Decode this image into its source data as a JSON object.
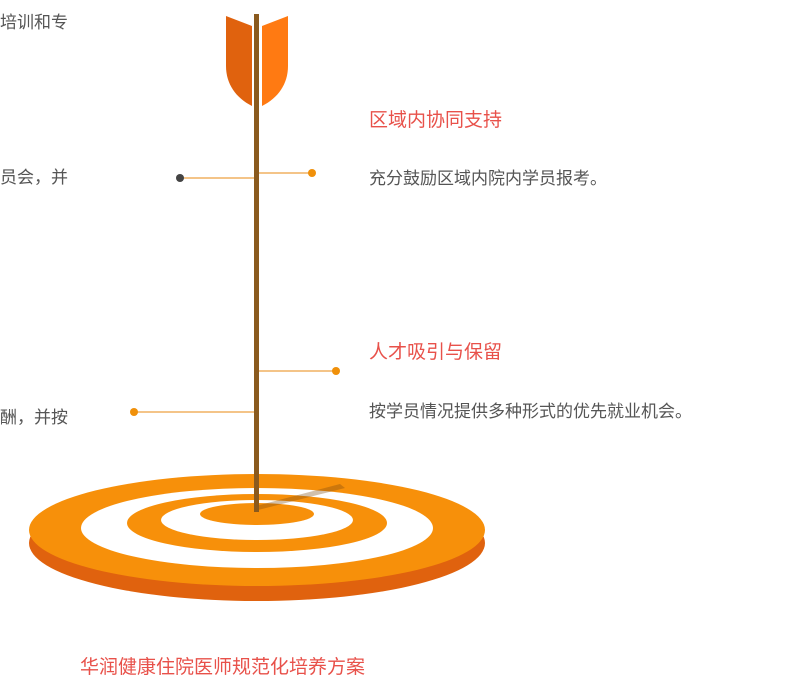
{
  "left_fragments": [
    {
      "text": "培训和专"
    },
    {
      "text": "员会，并"
    },
    {
      "text": "酬，并按"
    }
  ],
  "right_items": [
    {
      "title": "区域内协同支持",
      "desc": "充分鼓励区域内院内学员报考。"
    },
    {
      "title": "人才吸引与保留",
      "desc": "按学员情况提供多种形式的优先就业机会。"
    }
  ],
  "footer": {
    "title": "华润健康住院医师规范化培养方案"
  },
  "colors": {
    "accent_text": "#e8514a",
    "body_text": "#555555",
    "orange": "#f7900a",
    "orange_dark": "#e0620e",
    "connector": "#f0b060",
    "shaft": "#8a5a1e"
  },
  "icons": {
    "arrow": "arrow-fletching-icon",
    "target": "target-bullseye-icon"
  }
}
